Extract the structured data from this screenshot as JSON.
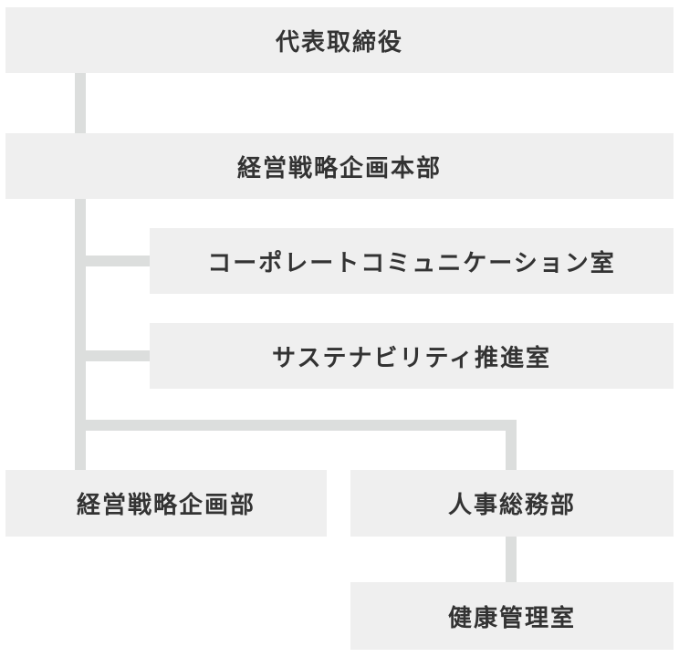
{
  "org_chart": {
    "ceo": "代表取締役",
    "hq": "経営戦略企画本部",
    "corp_comm": "コーポレートコミュニケーション室",
    "sustainability": "サステナビリティ推進室",
    "strategy_dept": "経営戦略企画部",
    "ga_dept": "人事総務部",
    "health_office": "健康管理室"
  },
  "colors": {
    "box": "#efefef",
    "line": "#dcdedd",
    "text": "#333333"
  }
}
